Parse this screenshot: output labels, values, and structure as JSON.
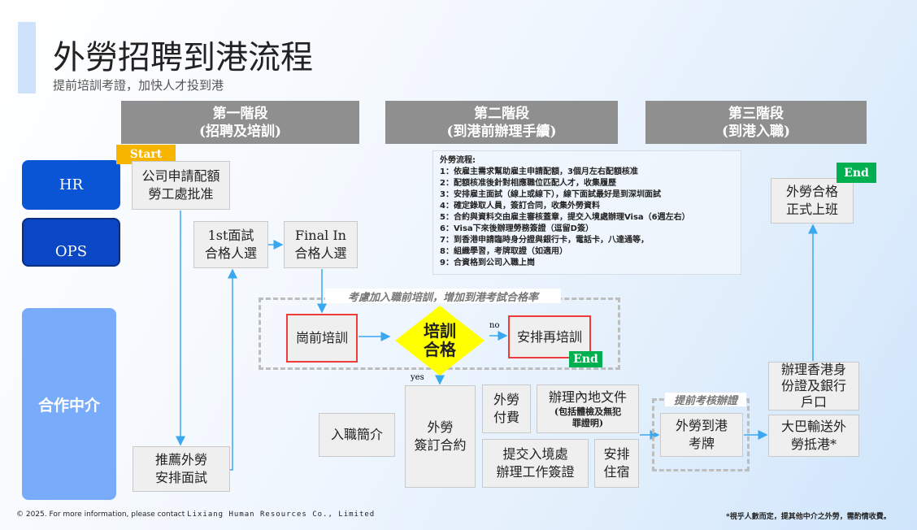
{
  "title": "外勞招聘到港流程",
  "subtitle": "提前培訓考證，加快人才投到港",
  "phases": [
    "第一階段\n(招聘及培訓)",
    "第二階段\n(到港前辦理手續)",
    "第三階段\n(到港入職)"
  ],
  "roles": {
    "hr": "HR",
    "ops": "OPS",
    "agent": "合作中介"
  },
  "tags": {
    "start": "Start",
    "end1": "End",
    "end2": "End"
  },
  "boxes": {
    "apply": "公司申請配額\n勞工處批准",
    "first": "1st面試\n合格人選",
    "final": "Final In\n合格人選",
    "recommend": "推薦外勞\n安排面試",
    "pretrain": "崗前培訓",
    "decision": "培訓\n合格",
    "retrain": "安排再培訓",
    "induction": "入職簡介",
    "contract": "外勞\n簽訂合約",
    "pay": "外勞\n付費",
    "mainland": "辦理內地文件",
    "mainland_note": "(包括體檢及無犯\n罪證明)",
    "visa": "提交入境處\n辦理工作簽證",
    "housing": "安排\n住宿",
    "license": "外勞到港\n考牌",
    "idcard": "辦理香港身\n份證及銀行\n戶口",
    "bus": "大巴輸送外\n勞抵港*",
    "work": "外勞合格\n正式上班"
  },
  "labels": {
    "train_group": "考慮加入職前培訓，增加到港考試合格率",
    "cert_group": "提前考核辦證",
    "no": "no",
    "yes": "yes"
  },
  "info": {
    "heading": "外勞流程:",
    "steps": [
      "1：依雇主需求幫助雇主申請配額，3個月左右配額核准",
      "2：配額核准後針對相應職位匹配人才，收集履歷",
      "3：安排雇主面試（線上或線下），線下面試最好是到深圳面試",
      "4：確定錄取人員，簽訂合同，收集外勞資料",
      "5：合約與資料交由雇主審核蓋章，提交入境處辦理Visa（6週左右）",
      "6：Visa下來後辦理勞務簽證（逗留D簽）",
      "7：到香港申請臨時身分證與銀行卡，電話卡，八達通等，",
      "8：組織學習，考牌取證（如適用）",
      "9：合資格到公司入職上崗"
    ]
  },
  "footer": {
    "left": "© 2025. For more information, please contact",
    "company": "Lixiang Human Resources Co., Limited",
    "right": "*視乎人數而定，提其他中介之外勞，需酌情收費。"
  },
  "colors": {
    "hr": "#0a55d6",
    "ops": "#0b47c4",
    "agent": "#79abfb",
    "start": "#f7b500",
    "end": "#00b050",
    "decision": "#ffff00",
    "arrow": "#3aa8f0"
  }
}
